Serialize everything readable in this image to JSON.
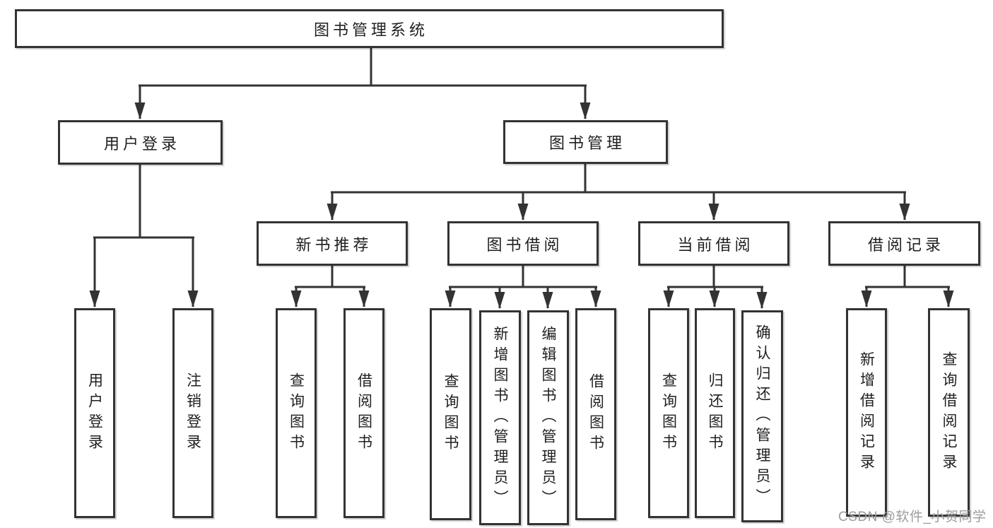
{
  "palette": {
    "line": "#333333",
    "box_border": "#333333",
    "text": "#1f1f1f",
    "background": "#ffffff",
    "watermark": "#9c9c9c"
  },
  "tree": {
    "root": {
      "label": "图书管理系统"
    },
    "level2": [
      {
        "label": "用户登录",
        "children": [
          {
            "label": "用户登录"
          },
          {
            "label": "注销登录"
          }
        ]
      },
      {
        "label": "图书管理",
        "children": [
          {
            "label": "新书推荐",
            "children": [
              {
                "label": "查询图书"
              },
              {
                "label": "借阅图书"
              }
            ]
          },
          {
            "label": "图书借阅",
            "children": [
              {
                "label": "查询图书"
              },
              {
                "label": "新增图书（管理员）"
              },
              {
                "label": "编辑图书（管理员）"
              },
              {
                "label": "借阅图书"
              }
            ]
          },
          {
            "label": "当前借阅",
            "children": [
              {
                "label": "查询图书"
              },
              {
                "label": "归还图书"
              },
              {
                "label": "确认归还（管理员）"
              }
            ]
          },
          {
            "label": "借阅记录",
            "children": [
              {
                "label": "新增借阅记录"
              },
              {
                "label": "查询借阅记录"
              }
            ]
          }
        ]
      }
    ]
  },
  "watermark": {
    "text": "CSDN @软件_小贺同学"
  }
}
